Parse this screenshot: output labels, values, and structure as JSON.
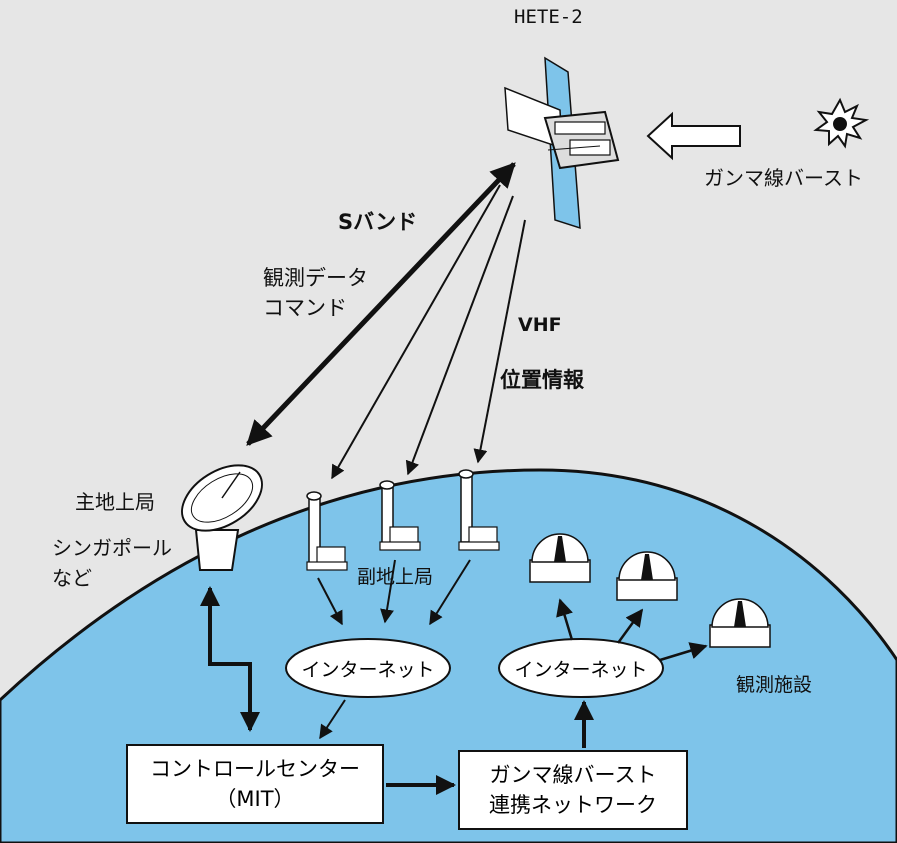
{
  "satellite": {
    "name": "HETE-2"
  },
  "labels": {
    "gamma_ray_burst": "ガンマ線バースト",
    "s_band": "Sバンド",
    "observation_data": "観測データ",
    "command": "コマンド",
    "vhf": "VHF",
    "position_info": "位置情報",
    "main_station": "主地上局",
    "singapore": "シンガポール",
    "etc": "など",
    "sub_station": "副地上局",
    "observatories": "観測施設"
  },
  "networks": {
    "left": "インターネット",
    "right": "インターネット"
  },
  "boxes": {
    "control_center": {
      "line1": "コントロールセンター",
      "line2": "（MIT）"
    },
    "grb_network": {
      "line1": "ガンマ線バースト",
      "line2": "連携ネットワーク"
    }
  },
  "colors": {
    "earth": "#7ec4ea",
    "satellite_panel": "#7ec4ea",
    "ink": "#111111",
    "background": "#e6e6e6"
  }
}
